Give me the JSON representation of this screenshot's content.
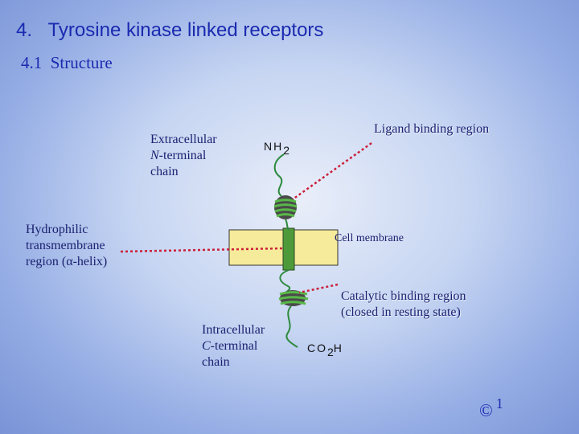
{
  "header": {
    "title": "4.   Tyrosine kinase linked receptors",
    "subtitle": "4.1  Structure"
  },
  "labels": {
    "extracellular": {
      "line1": "Extracellular",
      "line2": "N",
      "line2_rest": "-terminal",
      "line3": "chain"
    },
    "ligand_binding": "Ligand binding region",
    "nh2": "NH",
    "nh2_sub": "2",
    "hydrophilic": {
      "line1": "Hydrophilic",
      "line2": "transmembrane",
      "line3_pre": "region (",
      "line3_alpha": "α",
      "line3_post": "-helix)"
    },
    "cell_membrane": "Cell membrane",
    "catalytic": {
      "line1": "Catalytic binding region",
      "line2": "(closed in resting state)"
    },
    "intracellular": {
      "line1": "Intracellular",
      "line2": "C",
      "line2_rest": "-terminal",
      "line3": "chain"
    },
    "co2h": "CO",
    "co2h_sub": "2",
    "co2h_tail": "H",
    "copyright": "©",
    "footnote": "1"
  },
  "colors": {
    "title": "#1a2ab0",
    "label": "#1c2170",
    "membrane": "#f5eb9a",
    "helix": "#4e9a3a",
    "chain": "#2c8a3c",
    "dotted": "#cc1f3a"
  }
}
